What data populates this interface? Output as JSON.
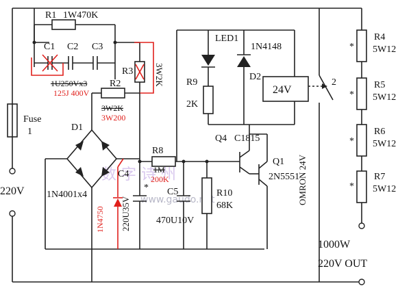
{
  "labels": {
    "r1": "R1",
    "r1_value": "1W470K",
    "c1": "C1",
    "c2": "C2",
    "c3": "C3",
    "c123_value": "1U250Vx3",
    "c123_value_new": "125J 400V",
    "r3": "R3",
    "r3_value": "3W2K",
    "r2": "R2",
    "r2_value_old": "3W2K",
    "r2_value_new": "3W200",
    "fuse": "Fuse",
    "fuse_num": "1",
    "d1": "D1",
    "bridge_value": "1N4001x4",
    "vin": "220V",
    "r8": "R8",
    "r8_value_old": "1M",
    "r8_value_new": "200K",
    "c4": "C4",
    "c4_value": "220U35V",
    "zener_value": "1N4750",
    "c5": "C5",
    "c5_value": "470U10V",
    "r10": "R10",
    "r10_value": "68K",
    "led1": "LED1",
    "diode2_value": "1N4148",
    "d2": "D2",
    "r9": "R9",
    "r9_value": "2K",
    "q4": "Q4",
    "q4_value": "C1815",
    "q1": "Q1",
    "q1_value": "2N5551",
    "relay_voltage": "24V",
    "relay_brand": "OMRON 24V",
    "relay_contact": "2",
    "r4": "R4",
    "r4_value": "5W12",
    "r5": "R5",
    "r5_value": "5W12",
    "r6": "R6",
    "r6_value": "5W12",
    "r7": "R7",
    "r7_value": "5W12",
    "star": "*",
    "power": "1000W",
    "vout": "220V OUT",
    "watermark_url": "www.gaudo.net",
    "watermark_cn": "数 字 诗 州"
  },
  "colors": {
    "wire": "#222222",
    "modification": "#e0201c",
    "watermark": "#d9c8ee"
  }
}
